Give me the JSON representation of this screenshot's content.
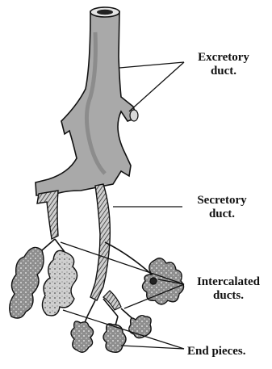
{
  "labels": {
    "excretory_line1": "Excretory",
    "excretory_line2": "duct.",
    "secretory_line1": "Secretory",
    "secretory_line2": "duct.",
    "intercalated_line1": "Intercalated",
    "intercalated_line2": "ducts.",
    "end_pieces": "End pieces."
  },
  "colors": {
    "ink": "#111111",
    "duct_fill": "#a9a9a9",
    "duct_shade": "#7a7a7a",
    "gland_fill": "#bdbdbd",
    "background": "#ffffff"
  }
}
